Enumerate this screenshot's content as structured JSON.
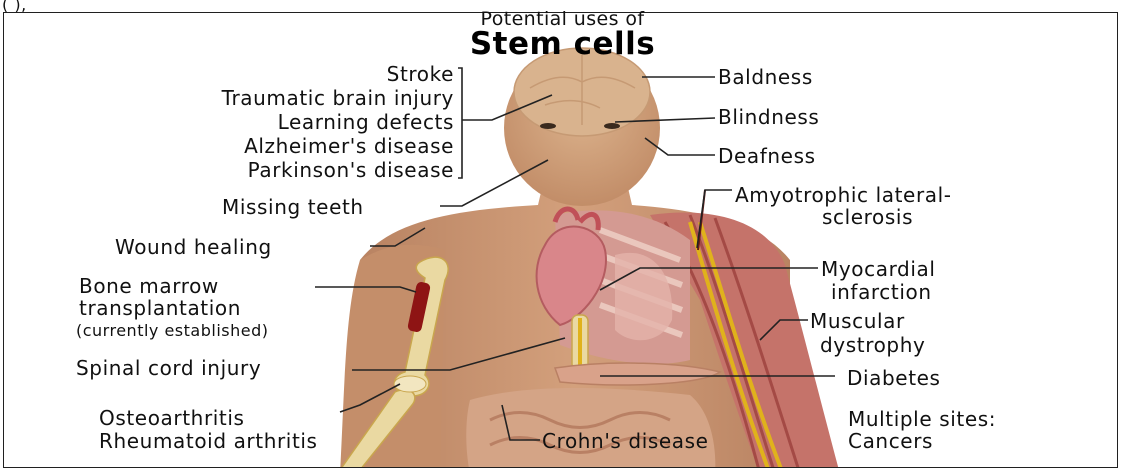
{
  "header_fragment": "(          ),      ",
  "title_line1": "Potential uses of",
  "title_line2": "Stem cells",
  "labels": {
    "stroke": "Stroke",
    "tbi": "Traumatic brain injury",
    "learning": "Learning defects",
    "alzheimers": "Alzheimer's disease",
    "parkinsons": "Parkinson's disease",
    "missing_teeth": "Missing teeth",
    "wound": "Wound healing",
    "bone_marrow_1": "Bone marrow",
    "bone_marrow_2": "transplantation",
    "bone_marrow_3": "(currently established)",
    "spinal": "Spinal cord injury",
    "osteo": "Osteoarthritis",
    "rheuma": "Rheumatoid arthritis",
    "baldness": "Baldness",
    "blindness": "Blindness",
    "deafness": "Deafness",
    "als_1": "Amyotrophic lateral-",
    "als_2": "sclerosis",
    "myocardial_1": "Myocardial",
    "myocardial_2": "infarction",
    "muscular_1": "Muscular",
    "muscular_2": "dystrophy",
    "diabetes": "Diabetes",
    "multiple_1": "Multiple sites:",
    "multiple_2": "Cancers",
    "crohns": "Crohn's disease"
  },
  "colors": {
    "skin": "#c8926e",
    "skin_dark": "#a87355",
    "muscle": "#c2574f",
    "bone": "#ead9a2",
    "marrow": "#8e1414",
    "heart": "#d9868a",
    "nerve": "#e0b21c",
    "line": "#222222"
  }
}
